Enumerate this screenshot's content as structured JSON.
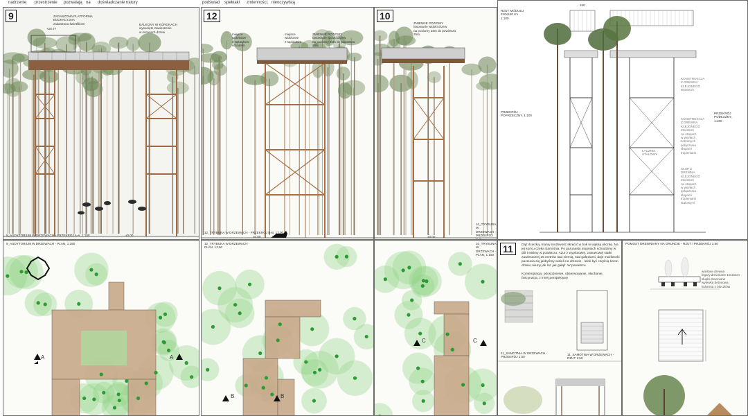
{
  "header": {
    "words_left": [
      "nadrzenie",
      "przestrzenie",
      "pozwalają",
      "na",
      "doświadczanie natury"
    ],
    "words_mid": [
      "podświad",
      "spektakl",
      "zmienności,",
      "nieoczywistą"
    ]
  },
  "panels": {
    "p9": {
      "number": "9",
      "annot_platform": "ZADASZONA PLATFORMA\nEDUKACYJNA\nzadaszona świetlikiem",
      "elev_top": "+28.77",
      "annot_balcony": "BALKONY W KORONACH\nwysunięte zawieszenie\nw koronach drzew",
      "caption": "9_AUDYTORIUM W DRZEWACH - PRZEKRÓJ A-A, 1:100",
      "elev_base": "±0.00"
    },
    "p12": {
      "number": "12",
      "annot_1": "miejsce\nwidokowe\nz sąsiednim\nschodem",
      "annot_2": "miejsce\nwidokowe\nz sąsiednim",
      "annot_levels": "ZMIENNE POZIOMY\nfasowanie widoki drzew\nna poziomy 25m do powietrza\n25m",
      "caption": "12_TRYBUNA W DRZEWACH - PRZEKRÓJ B-B, 1:100",
      "elev_base": "±0.00"
    },
    "p10": {
      "number": "10",
      "annot_levels": "ZMIENNE POZIOMY\nfasowanie widoki drzew\nna poziomy 25m do powietrza\n25m",
      "annot_bottom": "10_TRYBUNA\nW DRZEWACH -\nPRZEKRÓJ C-C,\n1:100",
      "elev_base": "±0.00"
    },
    "module": {
      "label_module": "RZUT MODUŁU\n240x240 cm\n1:100",
      "dim_width": "240",
      "label_section_cross": "PRZEKRÓJ\nPOPRZECZNY, 1:100",
      "label_section_long": "PRZEKRÓJ PODŁUŻNY,\n1:100",
      "note_1": "KONSTRUKCJA\nZ DREWNA\nKLEJONEGO\n60x60cm",
      "note_2": "KONSTRUKCJA\nZ DREWNA\nKLEJONEGO\n40x40cm\nna stopach\nw węzłach\nzebranych\npołączenia\nsłupami\ntrzpieniami",
      "note_3": "ŁĄCZNIK\nSTALOWY",
      "note_4": "SŁUP Z\nDREWNA\nKLEJONEGO\n40x40cm\nna stopach\nw węzłach\npołączenia\nsłupami\ntrzpieniami\nstalowymi"
    },
    "plan9": {
      "caption": "9_AUDYTORIUM W DRZEWACH - PLAN, 1:150",
      "marker_left": "A",
      "marker_right": "A"
    },
    "plan12": {
      "caption": "12_TRYBUNA W DRZEWACH -\nPLAN, 1:150",
      "marker_left": "B",
      "marker_right": "B"
    },
    "plan10": {
      "caption": "10_TRYBUNA\nW DRZEWACH -\nPLAN, 1:150",
      "marker_left": "C",
      "marker_right": "C"
    },
    "p11": {
      "number": "11",
      "text": "Dąż ścieżką, mamy możliwość skręcić w bok w wąską uliczkę. Na jej końcu czeka Samotnia. Po parunastu stopniach schodzimy w dół i wisimy w powietrzu. Ażur z wyplotowej, zasuwowej siatki zawieszonej 25 metrów nad ziemią, nad gałęziami, daje możliwość poczucia się jakbyśmy wisieli na drzewie - lekki być częścią koron drzew, niemy jak lot, jak gałąź. W powietrzu.\n\nKontemplacja, odosobnienie, obserwowanie, słuchanie, fascynacja, z innej perspektywy",
      "caption_section": "11_SAMOTNIA W DRZEWACH -\nPRZEKRÓJ 1:50",
      "caption_plan": "11_SAMOTNIA W DRZEWACH - RZUT 1:50"
    },
    "ground": {
      "title": "POMOST DREWNIANY NA GRUNCIE - RZUT I PRZEKRÓJ 1:50",
      "legend": "warstwa drewna\nlegary drewniane 10x10cm\nsłupki drewniane\nwylewka betonowa\nkolumna z bloczków"
    }
  }
}
